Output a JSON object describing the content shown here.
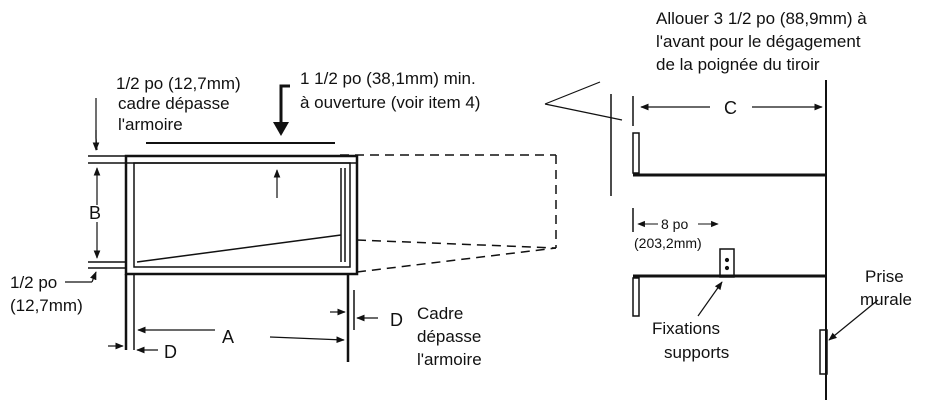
{
  "labels": {
    "top_left_line1": "1/2 po (12,7mm)",
    "top_left_line2": "cadre dépasse",
    "top_left_line3": "l'armoire",
    "opening_line1": "1 1/2 po (38,1mm) min.",
    "opening_line2": "à ouverture (voir item 4)",
    "allow_line1": "Allouer 3 1/2 po (88,9mm) à",
    "allow_line2": "l'avant pour le dégagement",
    "allow_line3": "de la poignée du tiroir",
    "dim_A": "A",
    "dim_B": "B",
    "dim_C": "C",
    "dim_D_left": "D",
    "dim_D_right": "D",
    "bottom_left_line1": "1/2 po",
    "bottom_left_line2": "(12,7mm)",
    "cadre_line1": "Cadre",
    "cadre_line2": "dépasse",
    "cadre_line3": "l'armoire",
    "eight_po": "8 po",
    "eight_mm": "(203,2mm)",
    "fix_line1": "Fixations",
    "fix_line2": "supports",
    "prise_line1": "Prise",
    "prise_line2": "murale"
  }
}
